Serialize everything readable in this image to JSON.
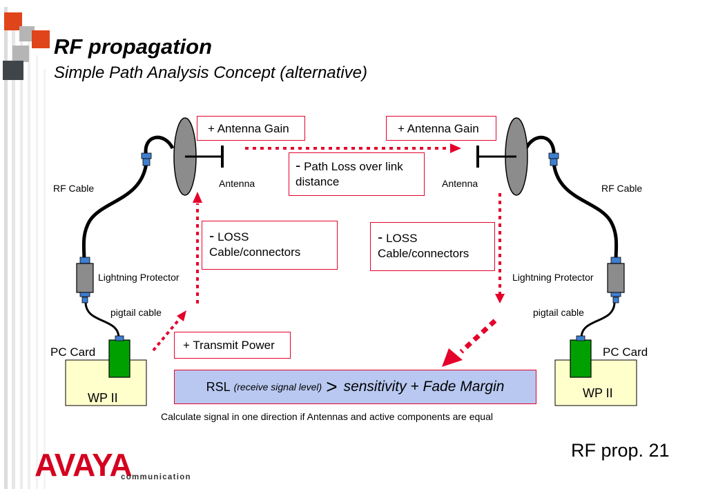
{
  "title": "RF propagation",
  "subtitle": "Simple Path Analysis Concept (alternative)",
  "boxes": {
    "antenna_gain_left": "+ Antenna Gain",
    "antenna_gain_right": "+ Antenna Gain",
    "path_loss_sign": "-",
    "path_loss_text": "Path Loss over link distance",
    "loss_left_sign": "-",
    "loss_left_text": "LOSS Cable/connectors",
    "loss_right_sign": "-",
    "loss_right_text": "LOSS Cable/connectors",
    "transmit_power": "+ Transmit Power"
  },
  "labels": {
    "antenna_left": "Antenna",
    "antenna_right": "Antenna",
    "rf_cable_left": "RF Cable",
    "rf_cable_right": "RF Cable",
    "lightning_left": "Lightning Protector",
    "lightning_right": "Lightning Protector",
    "pigtail_left": "pigtail cable",
    "pigtail_right": "pigtail cable",
    "pc_card_left": "PC Card",
    "pc_card_right": "PC Card",
    "wp_left": "WP II",
    "wp_right": "WP II"
  },
  "equation": {
    "rsl": "RSL",
    "paren": "(receive signal level)",
    "gt": ">",
    "rest": "sensitivity + Fade Margin"
  },
  "note": "Calculate signal in one direction if Antennas and active components are equal",
  "page_number": "RF prop. 21",
  "logo": {
    "name": "AVAYA",
    "sub": "communication"
  },
  "colors": {
    "accent": "#e4002b",
    "equation_fill": "#b8c8f0",
    "device_fill": "#ffffcc",
    "card_fill": "#00a000",
    "antenna_fill": "#8c8c8c",
    "protector_fill": "#8c8c8c",
    "connector_fill": "#3f7fd0"
  }
}
